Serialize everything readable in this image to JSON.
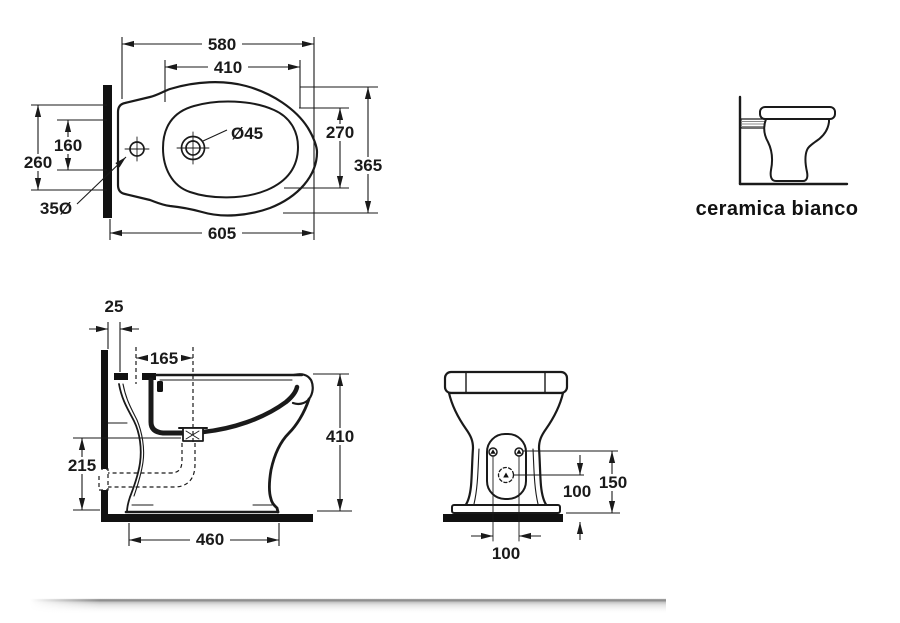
{
  "caption": "ceramica bianco",
  "top_view": {
    "overall_width": "580",
    "inner_width": "410",
    "tap_hole_diameter": "Ø45",
    "inner_depth": "270",
    "overall_depth": "365",
    "hole_offset": "160",
    "back_depth": "260",
    "fixing_hole_diameter": "35Ø",
    "overall_length": "605"
  },
  "side_view": {
    "wall_gap": "25",
    "drain_offset": "165",
    "height": "410",
    "outlet_height": "215",
    "base_length": "460"
  },
  "front_view": {
    "holes_height": "150",
    "drain_height": "100",
    "holes_spacing": "100"
  },
  "colors": {
    "line": "#1a1a1a",
    "background": "#ffffff"
  }
}
